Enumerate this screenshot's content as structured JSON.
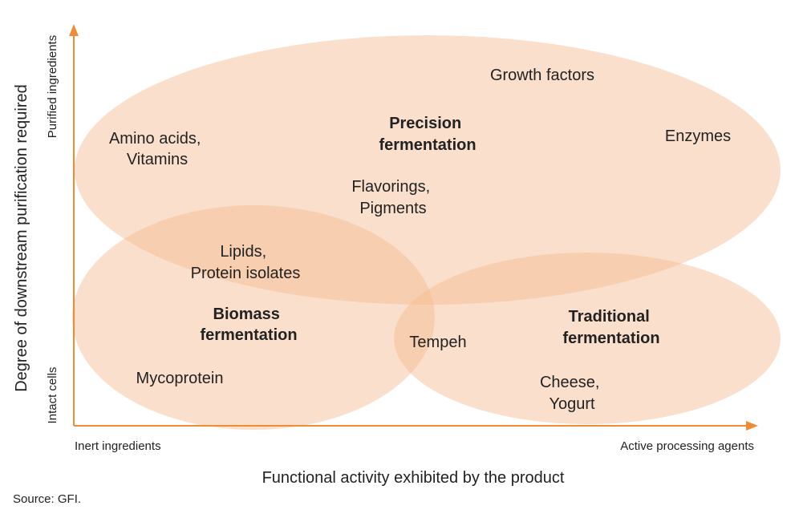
{
  "colors": {
    "axis": "#ef8c35",
    "ellipse_fill": "#f3ba8e",
    "text": "#222222"
  },
  "x_axis": {
    "title": "Functional activity exhibited by the product",
    "low_label": "Inert ingredients",
    "high_label": "Active processing agents"
  },
  "y_axis": {
    "title": "Degree of downstream purification required",
    "low_label": "Intact cells",
    "high_label": "Purified ingredients"
  },
  "categories": {
    "precision": [
      "Precision",
      "fermentation"
    ],
    "biomass": [
      "Biomass",
      "fermentation"
    ],
    "traditional": [
      "Traditional",
      "fermentation"
    ]
  },
  "items": {
    "growth_factors": [
      "Growth factors"
    ],
    "amino_acids": [
      "Amino acids,",
      "Vitamins"
    ],
    "enzymes": [
      "Enzymes"
    ],
    "flavorings": [
      "Flavorings,",
      "Pigments"
    ],
    "lipids": [
      "Lipids,",
      "Protein isolates"
    ],
    "tempeh": [
      "Tempeh"
    ],
    "mycoprotein": [
      "Mycoprotein"
    ],
    "cheese": [
      "Cheese,",
      "Yogurt"
    ]
  },
  "source": "Source: GFI."
}
